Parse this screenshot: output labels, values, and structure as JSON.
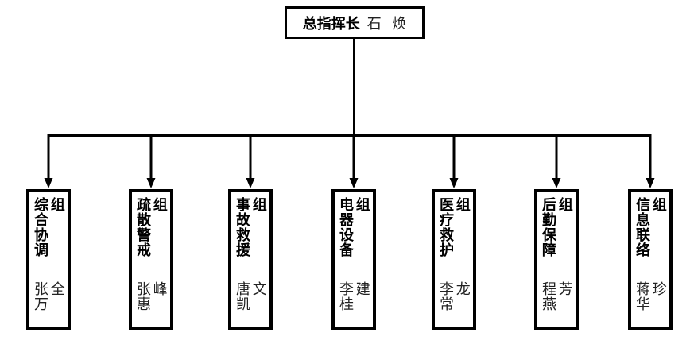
{
  "colors": {
    "background": "#ffffff",
    "line": "#000000",
    "box_border": "#000000",
    "group_text": "#000000",
    "name_text": "#222222"
  },
  "root": {
    "title": "总指挥长",
    "name": "石 焕"
  },
  "groups": [
    {
      "group": "综合协调组",
      "name": "张万全"
    },
    {
      "group": "疏散警戒组",
      "name": "张惠峰"
    },
    {
      "group": "事故救援组",
      "name": "唐凯文"
    },
    {
      "group": "电器设备组",
      "name": "李桂建"
    },
    {
      "group": "医疗救护组",
      "name": "李常龙"
    },
    {
      "group": "后勤保障组",
      "name": "程燕芳"
    },
    {
      "group": "信息联络组",
      "name": "蒋华珍"
    }
  ]
}
